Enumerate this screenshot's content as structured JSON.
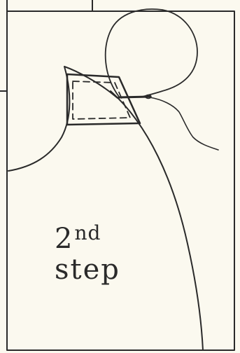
{
  "caption": {
    "number": "2",
    "ordinal_suffix": "nd",
    "word": "step"
  },
  "colors": {
    "paper": "#fbf9ef",
    "ink": "#2a2a2a"
  }
}
